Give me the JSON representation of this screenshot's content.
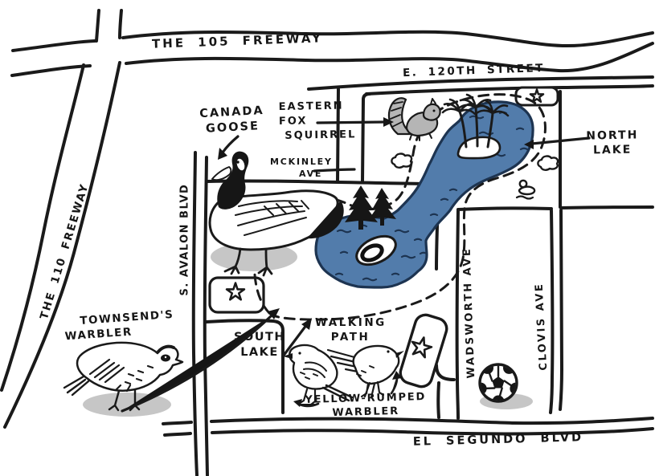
{
  "map": {
    "colors": {
      "ink": "#1a1a1a",
      "lake_blue": "#527cab",
      "wave_navy": "#1d3451",
      "shadow_gray": "#c6c6c6",
      "squirrel_gray": "#b5b5b5",
      "paper": "#ffffff"
    },
    "roads": {
      "freeway_105": "THE 105 FREEWAY",
      "freeway_110": "THE 110 FREEWAY",
      "street_120th": "E. 120TH STREET",
      "avalon_blvd": "S. AVALON BLVD",
      "mckinley_line1": "MCKINLEY",
      "mckinley_line2": "AVE",
      "wadsworth_ave": "WADSWORTH AVE",
      "clovis_ave": "CLOVIS AVE",
      "el_segundo_blvd": "EL SEGUNDO BLVD"
    },
    "features": {
      "north_lake_line1": "NORTH",
      "north_lake_line2": "LAKE",
      "south_lake_line1": "SOUTH",
      "south_lake_line2": "LAKE",
      "walking_path_line1": "WALKING",
      "walking_path_line2": "PATH",
      "star_markers_count": 3
    },
    "wildlife": {
      "canada_goose_line1": "CANADA",
      "canada_goose_line2": "GOOSE",
      "fox_squirrel_line1": "EASTERN",
      "fox_squirrel_line2": "FOX",
      "fox_squirrel_line3": "SQUIRREL",
      "townsends_warbler_line1": "TOWNSEND'S",
      "townsends_warbler_line2": "WARBLER",
      "yellow_rumped_line1": "YELLOW-RUMPED",
      "yellow_rumped_line2": "WARBLER"
    },
    "icons": [
      "canada-goose-illustration",
      "fox-squirrel-illustration",
      "townsends-warbler-illustration",
      "yellow-rumped-warbler-illustration",
      "pine-trees-icon",
      "palm-island-icon",
      "south-lake-island-icon",
      "duck-icon",
      "soccer-ball-icon",
      "star-marker-icon",
      "walking-path-dashes",
      "lake-wave-marks",
      "cloud-bush-icon",
      "pointer-arrows"
    ]
  }
}
